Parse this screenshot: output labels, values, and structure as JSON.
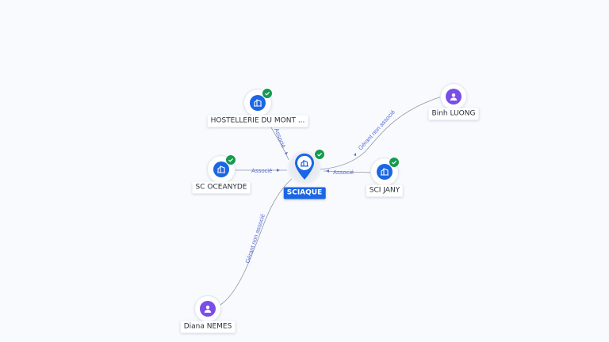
{
  "nodes": [
    {
      "id": "sciaque",
      "label": "SCIAQUE",
      "kind": "center",
      "verified": true
    },
    {
      "id": "hostellerie",
      "label": "HOSTELLERIE DU MONT ...",
      "kind": "company",
      "verified": true
    },
    {
      "id": "oceanyde",
      "label": "SC OCEANYDE",
      "kind": "company",
      "verified": true
    },
    {
      "id": "jany",
      "label": "SCI JANY",
      "kind": "company",
      "verified": true
    },
    {
      "id": "binh",
      "label": "Binh LUONG",
      "kind": "person",
      "verified": false
    },
    {
      "id": "diana",
      "label": "Diana NEMES",
      "kind": "person",
      "verified": false
    }
  ],
  "edges": [
    {
      "from": "hostellerie",
      "to": "sciaque",
      "label": "Associé"
    },
    {
      "from": "oceanyde",
      "to": "sciaque",
      "label": "Associé"
    },
    {
      "from": "jany",
      "to": "sciaque",
      "label": "Associé"
    },
    {
      "from": "binh",
      "to": "sciaque",
      "label": "Gérant non associé"
    },
    {
      "from": "diana",
      "to": "sciaque",
      "label": "Gérant non associé"
    }
  ],
  "colors": {
    "company": "#1b66e4",
    "person": "#7a4ee8",
    "verified": "#169a4e",
    "edge": "#8d94a3",
    "edge_label": "#5b6fd6"
  },
  "icons": {
    "company": "building-icon",
    "person": "user-icon",
    "verified": "check-badge-icon",
    "center": "location-pin-icon"
  }
}
